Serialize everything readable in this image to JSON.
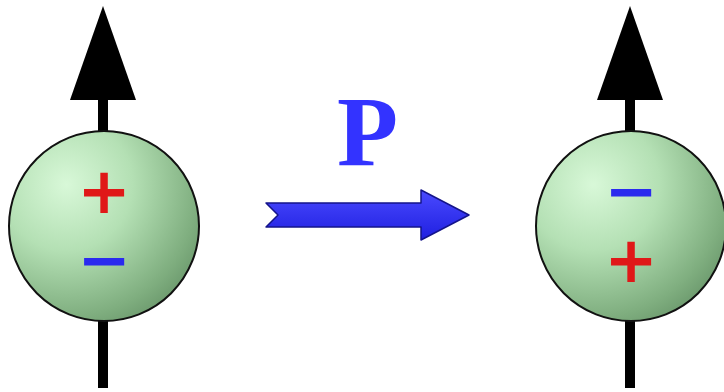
{
  "diagram": {
    "nodes": [
      {
        "text": [
          "+",
          "−"
        ]
      },
      {
        "text": [
          "−",
          "+"
        ]
      }
    ],
    "edges": [
      {
        "from": 0,
        "to": 1,
        "label": "P",
        "arrow": "to"
      }
    ]
  }
}
